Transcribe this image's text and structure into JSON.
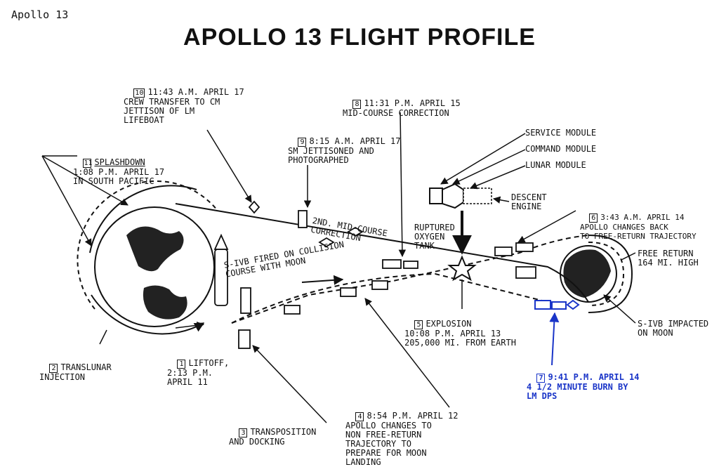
{
  "corner_label": "Apollo 13",
  "title": "APOLLO 13 FLIGHT PROFILE",
  "events": [
    {
      "num": "1",
      "lines": [
        "LIFTOFF,",
        "2:13 P.M.",
        "APRIL 11"
      ]
    },
    {
      "num": "2",
      "lines": [
        "TRANSLUNAR",
        "INJECTION"
      ]
    },
    {
      "num": "3",
      "lines": [
        "TRANSPOSITION",
        "AND DOCKING"
      ]
    },
    {
      "num": "4",
      "lines": [
        "8:54 P.M. APRIL 12",
        "APOLLO CHANGES TO",
        "NON FREE-RETURN",
        "TRAJECTORY TO",
        "PREPARE FOR MOON",
        "LANDING"
      ]
    },
    {
      "num": "5",
      "lines": [
        "EXPLOSION",
        "10:08 P.M. APRIL 13",
        "205,000 MI. FROM EARTH"
      ]
    },
    {
      "num": "6",
      "lines": [
        "3:43 A.M. APRIL 14",
        "APOLLO CHANGES BACK",
        "TO FREE-RETURN TRAJECTORY"
      ]
    },
    {
      "num": "7",
      "lines": [
        "9:41 P.M. APRIL 14",
        "4 1/2 MINUTE BURN BY",
        "LM DPS"
      ]
    },
    {
      "num": "8",
      "lines": [
        "11:31 P.M. APRIL 15",
        "MID-COURSE CORRECTION"
      ]
    },
    {
      "num": "9",
      "lines": [
        "8:15 A.M. APRIL 17",
        "SM JETTISONED AND",
        "PHOTOGRAPHED"
      ]
    },
    {
      "num": "10",
      "lines": [
        "11:43 A.M. APRIL 17",
        "CREW TRANSFER TO CM",
        "JETTISON OF LM",
        "LIFEBOAT"
      ]
    },
    {
      "num": "11",
      "lines": [
        "SPLASHDOWN",
        "1:08 P.M. APRIL 17",
        "IN SOUTH PACIFIC"
      ]
    }
  ],
  "modules": {
    "service": "SERVICE MODULE",
    "command": "COMMAND MODULE",
    "lunar": "LUNAR MODULE",
    "descent": "DESCENT\nENGINE",
    "ruptured": "RUPTURED\nOXYGEN\nTANK"
  },
  "path_labels": {
    "second_midcourse": "2ND. MID-COURSE\nCORRECTION",
    "sivb_collision": "S-IVB FIRED ON COLLISION\nCOURSE WITH MOON",
    "free_return": "FREE RETURN\n164 MI. HIGH",
    "sivb_impact": "S-IVB IMPACTED\nON MOON"
  },
  "colors": {
    "ink": "#111111",
    "highlight": "#1a35c8"
  }
}
